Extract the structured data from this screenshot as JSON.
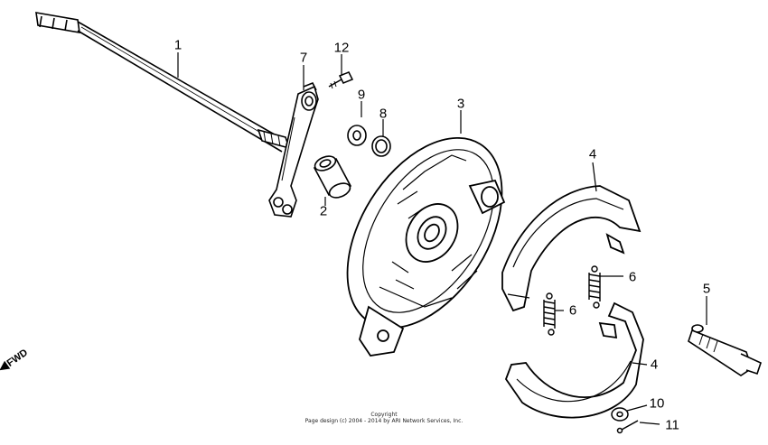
{
  "callouts": {
    "c1": "1",
    "c2": "2",
    "c3": "3",
    "c4a": "4",
    "c4b": "4",
    "c5": "5",
    "c6a": "6",
    "c6b": "6",
    "c7": "7",
    "c8": "8",
    "c9": "9",
    "c10": "10",
    "c11": "11",
    "c12": "12"
  },
  "fwd_label": "FWD",
  "copyright": {
    "line1": "Copyright",
    "line2": "Page design (c) 2004 - 2014 by ARI Network Services, Inc."
  },
  "colors": {
    "ink": "#000000",
    "background": "#ffffff"
  }
}
